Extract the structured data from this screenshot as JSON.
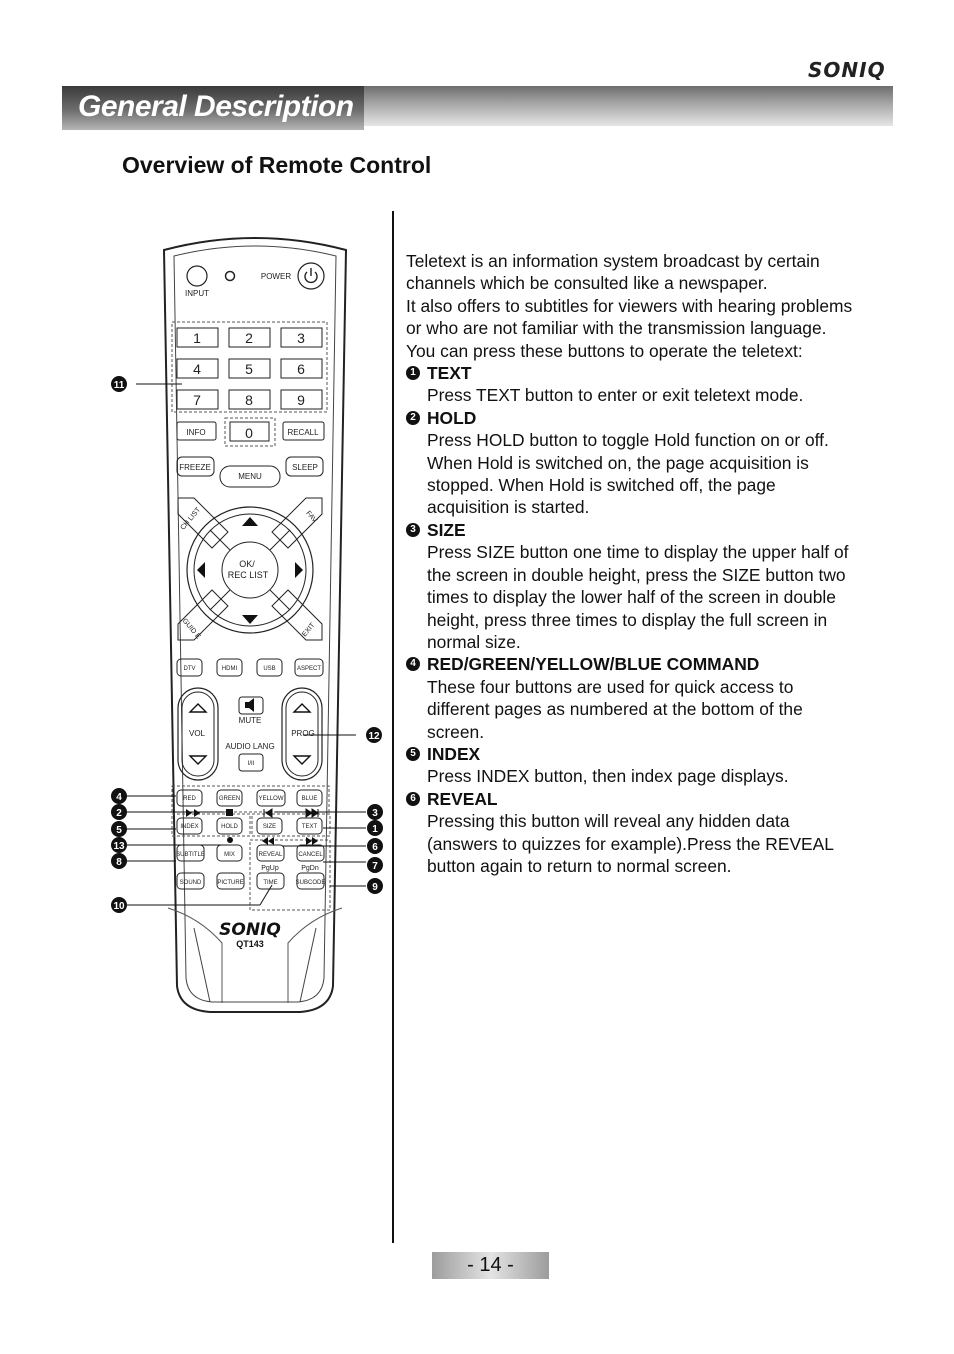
{
  "header": {
    "brand": "SONIQ",
    "banner_title": "General Description",
    "section_title": "Overview of Remote Control"
  },
  "remote": {
    "top_labels": {
      "power": "POWER",
      "input": "INPUT"
    },
    "digits": [
      "1",
      "2",
      "3",
      "4",
      "5",
      "6",
      "7",
      "8",
      "9"
    ],
    "info": "INFO",
    "zero": "0",
    "recall": "RECALL",
    "freeze": "FREEZE",
    "menu": "MENU",
    "sleep": "SLEEP",
    "ch_list": "CH LIST",
    "fav": "FAV",
    "ok_line1": "OK/",
    "ok_line2": "REC LIST",
    "guide": "GUID E",
    "exit": "EXIT",
    "sources": [
      "DTV",
      "HDMI",
      "USB",
      "ASPECT"
    ],
    "mute": "MUTE",
    "vol": "VOL",
    "prog": "PROG",
    "audio_lang": "AUDIO LANG",
    "audio_btn": "I/II",
    "colors": [
      "RED",
      "GREEN",
      "YELLOW",
      "BLUE"
    ],
    "row1": [
      "INDEX",
      "HOLD",
      "SIZE",
      "TEXT"
    ],
    "row2": [
      "SUBTITLE",
      "MIX",
      "REVEAL",
      "CANCEL"
    ],
    "pg_up": "PgUp",
    "pg_dn": "PgDn",
    "row3": [
      "SOUND",
      "PICTURE",
      "TIME",
      "SUBCODE"
    ],
    "brand": "SONIQ",
    "model": "QT143"
  },
  "callouts": {
    "c11": "11",
    "c12": "12",
    "c4": "4",
    "c2": "2",
    "c5": "5",
    "c13": "13",
    "c8": "8",
    "c10": "10",
    "c3": "3",
    "c1": "1",
    "c6": "6",
    "c7": "7",
    "c9": "9"
  },
  "intro": [
    "Teletext is an information system broadcast by certain channels which be consulted like a newspaper.",
    "It also offers to subtitles for viewers with hearing problems or who are not familiar with the transmission language.",
    "You can press these buttons to operate the teletext:"
  ],
  "items": [
    {
      "num": "1",
      "title": "TEXT",
      "desc": "Press TEXT button to enter or exit teletext mode."
    },
    {
      "num": "2",
      "title": "HOLD",
      "desc": "Press HOLD button to toggle Hold function on or off. When Hold is switched on, the page acquisition is stopped. When Hold is switched off, the page acquisition is started."
    },
    {
      "num": "3",
      "title": "SIZE",
      "desc": "Press SIZE button one time to display the upper half of the screen in double height, press the SIZE button two times to display the lower half of the screen in double height, press three times to display the full screen in normal size."
    },
    {
      "num": "4",
      "title": "RED/GREEN/YELLOW/BLUE COMMAND",
      "desc": "These four buttons are used for quick access to different pages as numbered at the bottom of the screen."
    },
    {
      "num": "5",
      "title": "INDEX",
      "desc": "Press INDEX button, then index page displays."
    },
    {
      "num": "6",
      "title": "REVEAL",
      "desc": "Pressing this button will reveal any hidden data (answers to quizzes for example).Press the REVEAL button again to return to normal screen."
    }
  ],
  "footer": {
    "page_number": "- 14 -"
  }
}
